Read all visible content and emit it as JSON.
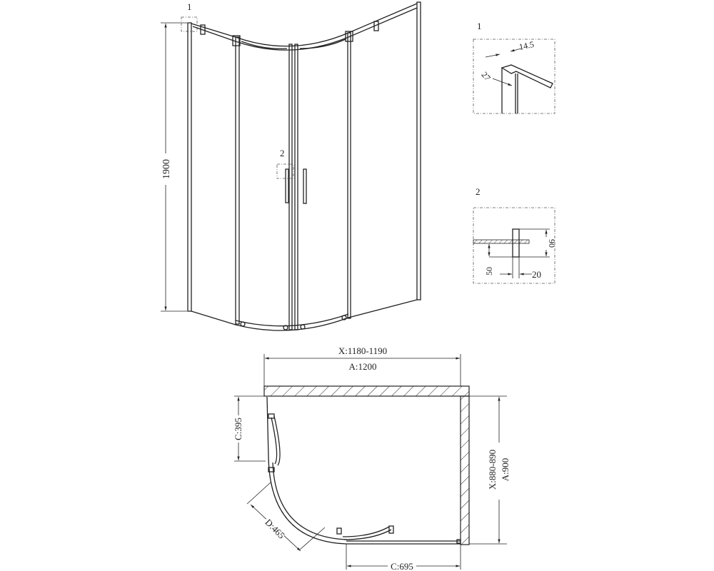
{
  "elevation": {
    "height_dim": "1900",
    "detail_ref_1": "1",
    "detail_ref_2": "2"
  },
  "detail_1": {
    "label": "1",
    "dim_a": "14.5",
    "dim_b": "27"
  },
  "detail_2": {
    "label": "2",
    "dim_height": "90",
    "dim_offset": "50",
    "dim_width": "20"
  },
  "plan": {
    "width_range": "X:1180-1190",
    "width_nominal": "A:1200",
    "depth_range": "X:880-890",
    "depth_nominal": "A:900",
    "side_c": "C:395",
    "front_c": "C:695",
    "door_d": "D:465"
  },
  "colors": {
    "line": "#222222",
    "background": "#ffffff"
  }
}
